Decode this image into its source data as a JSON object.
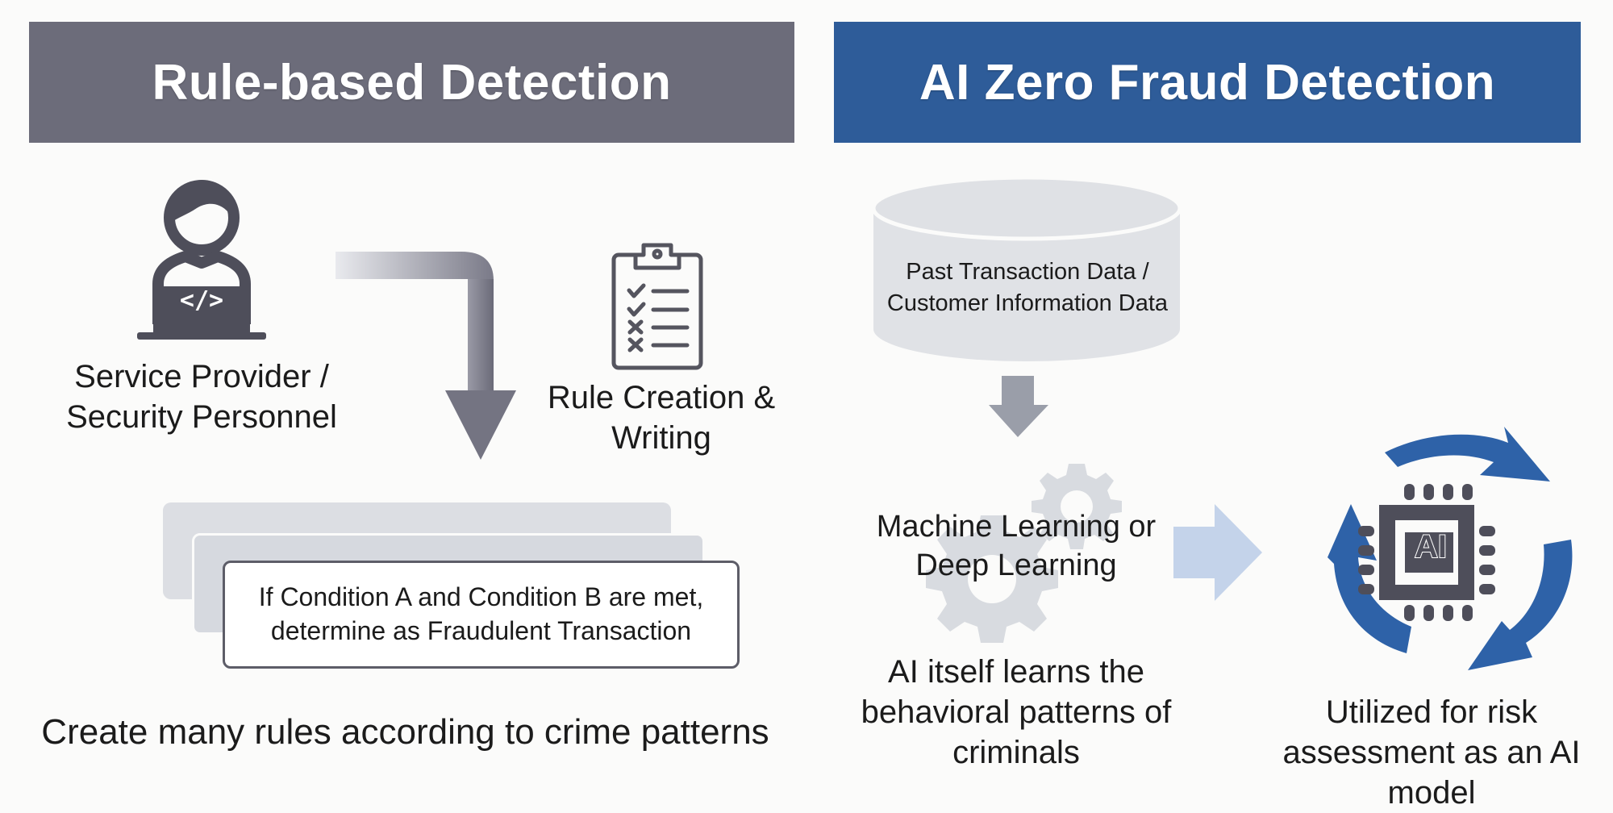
{
  "left_panel": {
    "title": "Rule-based Detection",
    "actor_label": "Service Provider / Security Personnel",
    "actor_icon": "developer-person-laptop-icon",
    "laptop_glyph": "</>",
    "step_label": "Rule Creation & Writing",
    "step_icon": "clipboard-checklist-icon",
    "rule_card_text": "If Condition A and Condition B are met, determine as Fraudulent Transaction",
    "summary": "Create many rules according to crime patterns"
  },
  "right_panel": {
    "title": "AI Zero Fraud Detection",
    "database_label": "Past Transaction Data / Customer Information Data",
    "database_icon": "database-cylinder-icon",
    "ml_label": "Machine Learning or Deep Learning",
    "ml_icon": "gears-icon",
    "learning_caption": "AI itself learns the behavioral patterns of criminals",
    "model_icon": "ai-chip-cycle-icon",
    "chip_text": "AI",
    "model_caption": "Utilized for risk assessment as an AI model"
  },
  "colors": {
    "left_header": "#6c6c7a",
    "right_header": "#2e5c99",
    "icon_dark": "#4e4e5a",
    "cycle_blue": "#2e62a8",
    "arrow_light_blue": "#c4d3ea",
    "db_fill": "#e0e2e6"
  }
}
